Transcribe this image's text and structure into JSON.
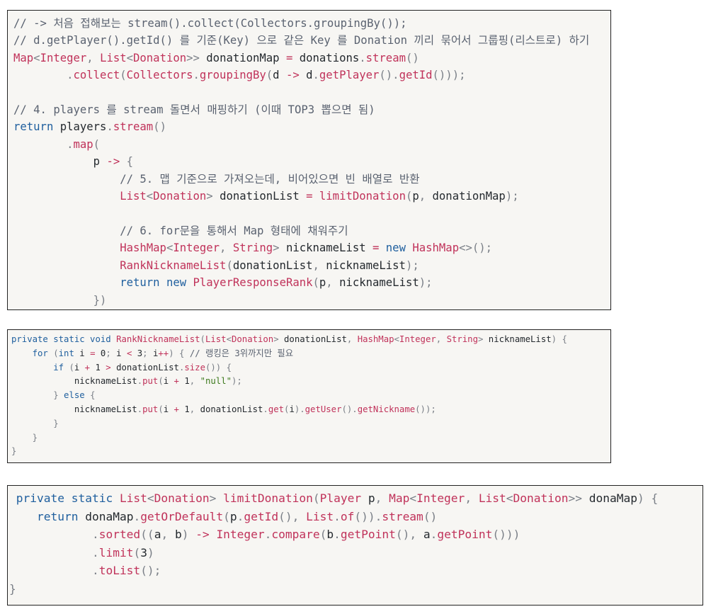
{
  "blocks": [
    {
      "id": "block1",
      "name": "code-block-grouping",
      "lines": [
        [
          [
            "cm",
            "// -> 처음 접해보는 stream().collect(Collectors.groupingBy());"
          ]
        ],
        [
          [
            "cm",
            "// d.getPlayer().getId() 를 기준(Key) 으로 같은 Key 를 Donation 끼리 묶어서 그룹핑(리스트로) 하기"
          ]
        ],
        [
          [
            "ty",
            "Map"
          ],
          [
            "pu",
            "<"
          ],
          [
            "ty",
            "Integer"
          ],
          [
            "pu",
            ", "
          ],
          [
            "ty",
            "List"
          ],
          [
            "pu",
            "<"
          ],
          [
            "ty",
            "Donation"
          ],
          [
            "pu",
            ">> "
          ],
          [
            "id",
            "donationMap "
          ],
          [
            "op",
            "="
          ],
          [
            "id",
            " donations"
          ],
          [
            "pu",
            "."
          ],
          [
            "fn",
            "stream"
          ],
          [
            "pu",
            "()"
          ]
        ],
        [
          [
            "id",
            "        "
          ],
          [
            "pu",
            "."
          ],
          [
            "fn",
            "collect"
          ],
          [
            "pu",
            "("
          ],
          [
            "ty",
            "Collectors"
          ],
          [
            "pu",
            "."
          ],
          [
            "fn",
            "groupingBy"
          ],
          [
            "pu",
            "("
          ],
          [
            "id",
            "d "
          ],
          [
            "op",
            "->"
          ],
          [
            "id",
            " d"
          ],
          [
            "pu",
            "."
          ],
          [
            "fn",
            "getPlayer"
          ],
          [
            "pu",
            "()."
          ],
          [
            "fn",
            "getId"
          ],
          [
            "pu",
            "()));"
          ]
        ],
        [
          [
            "id",
            ""
          ]
        ],
        [
          [
            "cm",
            "// 4. players 를 stream 돌면서 매핑하기 (이때 TOP3 뽑으면 됨)"
          ]
        ],
        [
          [
            "kw",
            "return"
          ],
          [
            "id",
            " players"
          ],
          [
            "pu",
            "."
          ],
          [
            "fn",
            "stream"
          ],
          [
            "pu",
            "()"
          ]
        ],
        [
          [
            "id",
            "        "
          ],
          [
            "pu",
            "."
          ],
          [
            "fn",
            "map"
          ],
          [
            "pu",
            "("
          ]
        ],
        [
          [
            "id",
            "            p "
          ],
          [
            "op",
            "->"
          ],
          [
            "pu",
            " {"
          ]
        ],
        [
          [
            "id",
            "                "
          ],
          [
            "cm",
            "// 5. 맵 기준으로 가져오는데, 비어있으면 빈 배열로 반환"
          ]
        ],
        [
          [
            "id",
            "                "
          ],
          [
            "ty",
            "List"
          ],
          [
            "pu",
            "<"
          ],
          [
            "ty",
            "Donation"
          ],
          [
            "pu",
            "> "
          ],
          [
            "id",
            "donationList "
          ],
          [
            "op",
            "="
          ],
          [
            "id",
            " "
          ],
          [
            "fn",
            "limitDonation"
          ],
          [
            "pu",
            "("
          ],
          [
            "id",
            "p"
          ],
          [
            "pu",
            ", "
          ],
          [
            "id",
            "donationMap"
          ],
          [
            "pu",
            ");"
          ]
        ],
        [
          [
            "id",
            ""
          ]
        ],
        [
          [
            "id",
            "                "
          ],
          [
            "cm",
            "// 6. for문을 통해서 Map 형태에 채워주기"
          ]
        ],
        [
          [
            "id",
            "                "
          ],
          [
            "ty",
            "HashMap"
          ],
          [
            "pu",
            "<"
          ],
          [
            "ty",
            "Integer"
          ],
          [
            "pu",
            ", "
          ],
          [
            "ty",
            "String"
          ],
          [
            "pu",
            "> "
          ],
          [
            "id",
            "nicknameList "
          ],
          [
            "op",
            "="
          ],
          [
            "id",
            " "
          ],
          [
            "kw",
            "new"
          ],
          [
            "id",
            " "
          ],
          [
            "ty",
            "HashMap"
          ],
          [
            "pu",
            "<>();"
          ]
        ],
        [
          [
            "id",
            "                "
          ],
          [
            "fn",
            "RankNicknameList"
          ],
          [
            "pu",
            "("
          ],
          [
            "id",
            "donationList"
          ],
          [
            "pu",
            ", "
          ],
          [
            "id",
            "nicknameList"
          ],
          [
            "pu",
            ");"
          ]
        ],
        [
          [
            "id",
            "                "
          ],
          [
            "kw",
            "return"
          ],
          [
            "id",
            " "
          ],
          [
            "kw",
            "new"
          ],
          [
            "id",
            " "
          ],
          [
            "ty",
            "PlayerResponseRank"
          ],
          [
            "pu",
            "("
          ],
          [
            "id",
            "p"
          ],
          [
            "pu",
            ", "
          ],
          [
            "id",
            "nicknameList"
          ],
          [
            "pu",
            ");"
          ]
        ],
        [
          [
            "id",
            "            "
          ],
          [
            "pu",
            "})"
          ]
        ]
      ]
    },
    {
      "id": "block2",
      "name": "code-block-rank-nickname",
      "lines": [
        [
          [
            "kw",
            "private static void "
          ],
          [
            "fn",
            "RankNicknameList"
          ],
          [
            "pu",
            "("
          ],
          [
            "ty",
            "List"
          ],
          [
            "pu",
            "<"
          ],
          [
            "ty",
            "Donation"
          ],
          [
            "pu",
            "> "
          ],
          [
            "id",
            "donationList"
          ],
          [
            "pu",
            ", "
          ],
          [
            "ty",
            "HashMap"
          ],
          [
            "pu",
            "<"
          ],
          [
            "ty",
            "Integer"
          ],
          [
            "pu",
            ", "
          ],
          [
            "ty",
            "String"
          ],
          [
            "pu",
            "> "
          ],
          [
            "id",
            "nicknameList"
          ],
          [
            "pu",
            ") {"
          ]
        ],
        [
          [
            "id",
            "    "
          ],
          [
            "kw",
            "for"
          ],
          [
            "pu",
            " ("
          ],
          [
            "kw",
            "int"
          ],
          [
            "id",
            " i "
          ],
          [
            "op",
            "="
          ],
          [
            "id",
            " "
          ],
          [
            "nu",
            "0"
          ],
          [
            "pu",
            "; "
          ],
          [
            "id",
            "i "
          ],
          [
            "op",
            "<"
          ],
          [
            "id",
            " "
          ],
          [
            "nu",
            "3"
          ],
          [
            "pu",
            "; "
          ],
          [
            "id",
            "i"
          ],
          [
            "op",
            "++"
          ],
          [
            "pu",
            ") { "
          ],
          [
            "cm",
            "// 랭킹은 3위까지만 필요"
          ]
        ],
        [
          [
            "id",
            "        "
          ],
          [
            "kw",
            "if"
          ],
          [
            "pu",
            " ("
          ],
          [
            "id",
            "i "
          ],
          [
            "op",
            "+"
          ],
          [
            "id",
            " "
          ],
          [
            "nu",
            "1"
          ],
          [
            "id",
            " "
          ],
          [
            "op",
            ">"
          ],
          [
            "id",
            " donationList"
          ],
          [
            "pu",
            "."
          ],
          [
            "fn",
            "size"
          ],
          [
            "pu",
            "()) {"
          ]
        ],
        [
          [
            "id",
            "            nicknameList"
          ],
          [
            "pu",
            "."
          ],
          [
            "fn",
            "put"
          ],
          [
            "pu",
            "("
          ],
          [
            "id",
            "i "
          ],
          [
            "op",
            "+"
          ],
          [
            "id",
            " "
          ],
          [
            "nu",
            "1"
          ],
          [
            "pu",
            ", "
          ],
          [
            "st",
            "\"null\""
          ],
          [
            "pu",
            ");"
          ]
        ],
        [
          [
            "id",
            "        "
          ],
          [
            "pu",
            "} "
          ],
          [
            "kw",
            "else"
          ],
          [
            "pu",
            " {"
          ]
        ],
        [
          [
            "id",
            "            nicknameList"
          ],
          [
            "pu",
            "."
          ],
          [
            "fn",
            "put"
          ],
          [
            "pu",
            "("
          ],
          [
            "id",
            "i "
          ],
          [
            "op",
            "+"
          ],
          [
            "id",
            " "
          ],
          [
            "nu",
            "1"
          ],
          [
            "pu",
            ", "
          ],
          [
            "id",
            "donationList"
          ],
          [
            "pu",
            "."
          ],
          [
            "fn",
            "get"
          ],
          [
            "pu",
            "("
          ],
          [
            "id",
            "i"
          ],
          [
            "pu",
            ")."
          ],
          [
            "fn",
            "getUser"
          ],
          [
            "pu",
            "()."
          ],
          [
            "fn",
            "getNickname"
          ],
          [
            "pu",
            "());"
          ]
        ],
        [
          [
            "id",
            "        "
          ],
          [
            "pu",
            "}"
          ]
        ],
        [
          [
            "id",
            "    "
          ],
          [
            "pu",
            "}"
          ]
        ],
        [
          [
            "pu",
            "}"
          ]
        ]
      ]
    },
    {
      "id": "block3",
      "name": "code-block-limit-donation",
      "lines": [
        [
          [
            "id",
            " "
          ],
          [
            "kw",
            "private static "
          ],
          [
            "ty",
            "List"
          ],
          [
            "pu",
            "<"
          ],
          [
            "ty",
            "Donation"
          ],
          [
            "pu",
            "> "
          ],
          [
            "fn",
            "limitDonation"
          ],
          [
            "pu",
            "("
          ],
          [
            "ty",
            "Player"
          ],
          [
            "id",
            " p"
          ],
          [
            "pu",
            ", "
          ],
          [
            "ty",
            "Map"
          ],
          [
            "pu",
            "<"
          ],
          [
            "ty",
            "Integer"
          ],
          [
            "pu",
            ", "
          ],
          [
            "ty",
            "List"
          ],
          [
            "pu",
            "<"
          ],
          [
            "ty",
            "Donation"
          ],
          [
            "pu",
            ">> "
          ],
          [
            "id",
            "donaMap"
          ],
          [
            "pu",
            ") {"
          ]
        ],
        [
          [
            "id",
            "    "
          ],
          [
            "kw",
            "return"
          ],
          [
            "id",
            " donaMap"
          ],
          [
            "pu",
            "."
          ],
          [
            "fn",
            "getOrDefault"
          ],
          [
            "pu",
            "("
          ],
          [
            "id",
            "p"
          ],
          [
            "pu",
            "."
          ],
          [
            "fn",
            "getId"
          ],
          [
            "pu",
            "(), "
          ],
          [
            "ty",
            "List"
          ],
          [
            "pu",
            "."
          ],
          [
            "fn",
            "of"
          ],
          [
            "pu",
            "())."
          ],
          [
            "fn",
            "stream"
          ],
          [
            "pu",
            "()"
          ]
        ],
        [
          [
            "id",
            "            "
          ],
          [
            "pu",
            "."
          ],
          [
            "fn",
            "sorted"
          ],
          [
            "pu",
            "(("
          ],
          [
            "id",
            "a"
          ],
          [
            "pu",
            ", "
          ],
          [
            "id",
            "b"
          ],
          [
            "pu",
            ") "
          ],
          [
            "op",
            "->"
          ],
          [
            "id",
            " "
          ],
          [
            "ty",
            "Integer"
          ],
          [
            "pu",
            "."
          ],
          [
            "fn",
            "compare"
          ],
          [
            "pu",
            "("
          ],
          [
            "id",
            "b"
          ],
          [
            "pu",
            "."
          ],
          [
            "fn",
            "getPoint"
          ],
          [
            "pu",
            "(), "
          ],
          [
            "id",
            "a"
          ],
          [
            "pu",
            "."
          ],
          [
            "fn",
            "getPoint"
          ],
          [
            "pu",
            "()))"
          ]
        ],
        [
          [
            "id",
            "            "
          ],
          [
            "pu",
            "."
          ],
          [
            "fn",
            "limit"
          ],
          [
            "pu",
            "("
          ],
          [
            "nu",
            "3"
          ],
          [
            "pu",
            ")"
          ]
        ],
        [
          [
            "id",
            "            "
          ],
          [
            "pu",
            "."
          ],
          [
            "fn",
            "toList"
          ],
          [
            "pu",
            "();"
          ]
        ],
        [
          [
            "pu",
            "}"
          ]
        ]
      ]
    }
  ]
}
